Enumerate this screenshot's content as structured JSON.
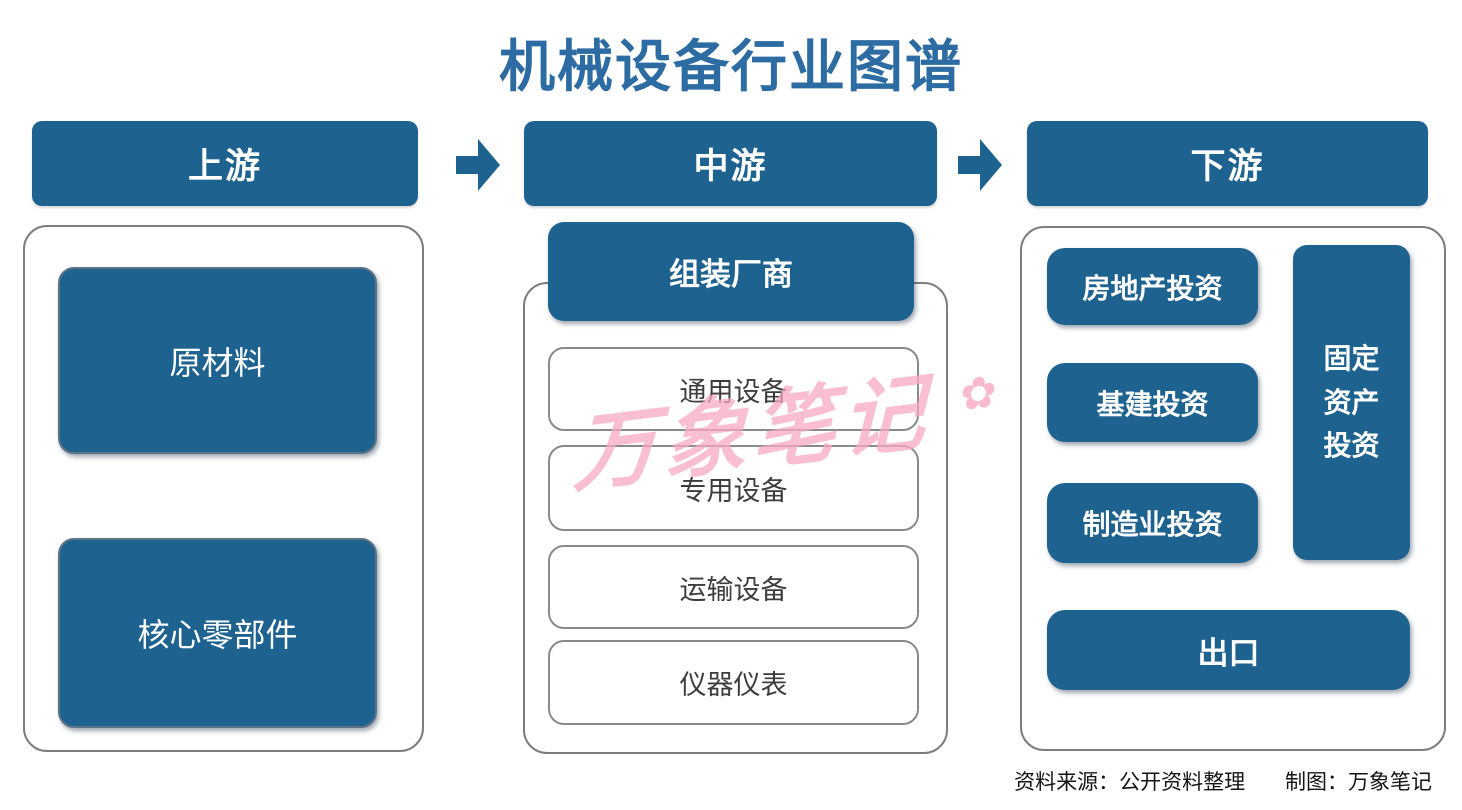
{
  "title": "机械设备行业图谱",
  "columns": [
    {
      "header": "上游",
      "items": [
        "原材料",
        "核心零部件"
      ]
    },
    {
      "header": "中游",
      "assembler": "组装厂商",
      "items": [
        "通用设备",
        "专用设备",
        "运输设备",
        "仪器仪表"
      ]
    },
    {
      "header": "下游",
      "items_left": [
        "房地产投资",
        "基建投资",
        "制造业投资"
      ],
      "item_right": "固定资产投资",
      "item_bottom": "出口"
    }
  ],
  "watermark": {
    "text": "万象笔记",
    "flower": "✿"
  },
  "footer": {
    "source": "资料来源：公开资料整理",
    "credit": "制图：万象笔记"
  },
  "colors": {
    "box_blue": "#1e6290",
    "title_blue": "#2d6ca2",
    "container_border": "#7d7d7d",
    "white_box_border": "#8a8a8a",
    "watermark_pink": "#f7a8c3"
  }
}
